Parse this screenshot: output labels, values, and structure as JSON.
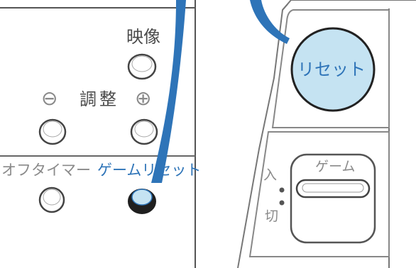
{
  "left_panel": {
    "picture_label": "映像",
    "minus_symbol": "⊖",
    "adjust_label": "調整",
    "plus_symbol": "⊕",
    "off_timer_label": "オフタイマー",
    "game_reset_label": "ゲームリセット"
  },
  "right_panel": {
    "reset_button_label": "リセット",
    "switch_title": "ゲーム",
    "on_label": "入",
    "off_label": "切"
  },
  "colors": {
    "highlight_blue": "#2e74b8",
    "button_fill": "#c5e3f2",
    "line_gray": "#8a8a8a",
    "divider_dark": "#555555"
  },
  "icons": {
    "leader_line": "curved-blue-pointer",
    "minus": "circled-minus",
    "plus": "circled-plus"
  }
}
